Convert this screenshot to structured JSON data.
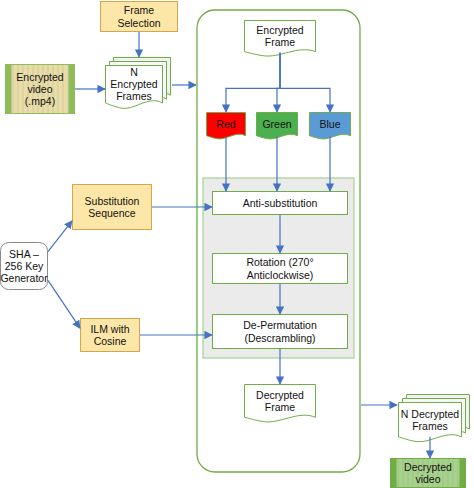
{
  "diagram": {
    "nodes": [
      {
        "text": [
          "Frame Selection"
        ]
      },
      {
        "text": [
          "Encrypted video (.mp4)"
        ]
      },
      {
        "text": [
          "N Encrypted Frames"
        ]
      },
      {
        "text": [
          "Encrypted Frame"
        ]
      },
      {
        "text": [
          "Red"
        ]
      },
      {
        "text": [
          "Green"
        ]
      },
      {
        "text": [
          "Blue"
        ]
      },
      {
        "text": [
          "Substitution Sequence"
        ]
      },
      {
        "text": [
          "Anti-substitution"
        ]
      },
      {
        "text": [
          "SHA – 256 Key Generator"
        ]
      },
      {
        "text": [
          "Rotation (270° Anticlockwise)"
        ]
      },
      {
        "text": [
          "ILM with Cosine"
        ]
      },
      {
        "text": [
          "De-Permutation (Descrambling)"
        ]
      },
      {
        "text": [
          "Decrypted Frame"
        ]
      },
      {
        "text": [
          "N Decrypted Frames"
        ]
      },
      {
        "text": [
          "Decrypted video"
        ]
      }
    ],
    "edges": [
      {
        "from": 0,
        "to": 2,
        "arrow": "to"
      },
      {
        "from": 1,
        "to": 2,
        "arrow": "to"
      },
      {
        "from": 3,
        "to": 4,
        "arrow": "to"
      },
      {
        "from": 3,
        "to": 5,
        "arrow": "to"
      },
      {
        "from": 3,
        "to": 6,
        "arrow": "to"
      },
      {
        "from": 4,
        "to": 8,
        "arrow": "to"
      },
      {
        "from": 5,
        "to": 8,
        "arrow": "to"
      },
      {
        "from": 6,
        "to": 8,
        "arrow": "to"
      },
      {
        "from": 9,
        "to": 7,
        "arrow": "to"
      },
      {
        "from": 7,
        "to": 8,
        "arrow": "to"
      },
      {
        "from": 8,
        "to": 10,
        "arrow": "to"
      },
      {
        "from": 9,
        "to": 11,
        "arrow": "to"
      },
      {
        "from": 10,
        "to": 12,
        "arrow": "to"
      },
      {
        "from": 11,
        "to": 12,
        "arrow": "to"
      },
      {
        "from": 12,
        "to": 13,
        "arrow": "to"
      },
      {
        "from": 14,
        "to": 15,
        "arrow": "to"
      }
    ]
  }
}
